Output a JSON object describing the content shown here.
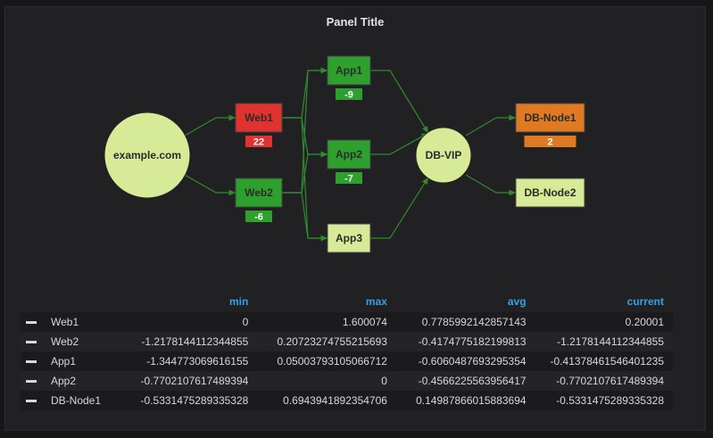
{
  "panel": {
    "title": "Panel Title"
  },
  "diagram": {
    "nodes": [
      {
        "id": "example",
        "label": "example.com",
        "shape": "circle",
        "fill": "#d7ea97",
        "stroke": "#222222"
      },
      {
        "id": "web1",
        "label": "Web1",
        "shape": "box",
        "fill": "#e0322e",
        "stroke": "#444444",
        "badge": "22",
        "badge_color": "#e0322e"
      },
      {
        "id": "web2",
        "label": "Web2",
        "shape": "box",
        "fill": "#2ea02e",
        "stroke": "#444444",
        "badge": "-6",
        "badge_color": "#2ea02e"
      },
      {
        "id": "app1",
        "label": "App1",
        "shape": "box",
        "fill": "#2ea02e",
        "stroke": "#444444",
        "badge": "-9",
        "badge_color": "#2ea02e"
      },
      {
        "id": "app2",
        "label": "App2",
        "shape": "box",
        "fill": "#2ea02e",
        "stroke": "#444444",
        "badge": "-7",
        "badge_color": "#2ea02e"
      },
      {
        "id": "app3",
        "label": "App3",
        "shape": "box",
        "fill": "#d7ea97",
        "stroke": "#444444"
      },
      {
        "id": "dbvip",
        "label": "DB-VIP",
        "shape": "circle",
        "fill": "#d7ea97",
        "stroke": "#222222"
      },
      {
        "id": "dbnode1",
        "label": "DB-Node1",
        "shape": "box",
        "fill": "#e07a22",
        "stroke": "#444444",
        "badge": "2",
        "badge_color": "#e07a22"
      },
      {
        "id": "dbnode2",
        "label": "DB-Node2",
        "shape": "box",
        "fill": "#d7ea97",
        "stroke": "#444444"
      }
    ],
    "edge_color": "#2e8b2e",
    "edges": [
      [
        "example",
        "web1"
      ],
      [
        "example",
        "web2"
      ],
      [
        "web1",
        "app1"
      ],
      [
        "web1",
        "app2"
      ],
      [
        "web1",
        "app3"
      ],
      [
        "web2",
        "app1"
      ],
      [
        "web2",
        "app2"
      ],
      [
        "web2",
        "app3"
      ],
      [
        "app1",
        "dbvip"
      ],
      [
        "app2",
        "dbvip"
      ],
      [
        "app3",
        "dbvip"
      ],
      [
        "dbvip",
        "dbnode1"
      ],
      [
        "dbvip",
        "dbnode2"
      ]
    ]
  },
  "legend": {
    "headers": {
      "min": "min",
      "max": "max",
      "avg": "avg",
      "current": "current"
    },
    "rows": [
      {
        "name": "Web1",
        "min": "0",
        "max": "1.600074",
        "avg": "0.7785992142857143",
        "current": "0.20001"
      },
      {
        "name": "Web2",
        "min": "-1.2178144112344855",
        "max": "0.20723274755215693",
        "avg": "-0.4174775182199813",
        "current": "-1.2178144112344855"
      },
      {
        "name": "App1",
        "min": "-1.344773069616155",
        "max": "0.05003793105066712",
        "avg": "-0.6060487693295354",
        "current": "-0.41378461546401235"
      },
      {
        "name": "App2",
        "min": "-0.7702107617489394",
        "max": "0",
        "avg": "-0.4566225563956417",
        "current": "-0.7702107617489394"
      },
      {
        "name": "DB-Node1",
        "min": "-0.5331475289335328",
        "max": "0.6943941892354706",
        "avg": "0.14987866015883694",
        "current": "-0.5331475289335328"
      }
    ]
  }
}
